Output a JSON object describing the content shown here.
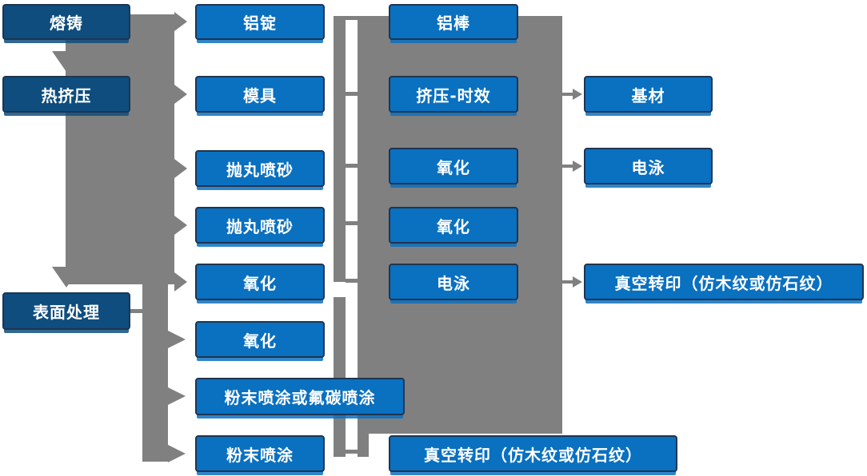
{
  "diagram": {
    "title": "aluminum-profile-production-process-flowchart",
    "colors": {
      "bright_box": "#0a70c0",
      "dark_box": "#0e4d7e",
      "box_border": "#1f3550",
      "connector": "#808080",
      "text": "#ffffff",
      "background": "#ffffff"
    },
    "nodes": [
      {
        "id": "melting-casting",
        "label": "熔铸"
      },
      {
        "id": "hot-extrusion",
        "label": "热挤压"
      },
      {
        "id": "surface-treatment",
        "label": "表面处理"
      },
      {
        "id": "aluminum-ingot",
        "label": "铝锭"
      },
      {
        "id": "mold",
        "label": "模具"
      },
      {
        "id": "shot-blast-sandblast-1",
        "label": "抛丸喷砂"
      },
      {
        "id": "shot-blast-sandblast-2",
        "label": "抛丸喷砂"
      },
      {
        "id": "oxidation-1",
        "label": "氧化"
      },
      {
        "id": "oxidation-2",
        "label": "氧化"
      },
      {
        "id": "powder-or-fluorocarbon-coating",
        "label": "粉末喷涂或氟碳喷涂"
      },
      {
        "id": "powder-coating",
        "label": "粉末喷涂"
      },
      {
        "id": "aluminum-rod",
        "label": "铝棒"
      },
      {
        "id": "extrusion-aging",
        "label": "挤压-时效"
      },
      {
        "id": "oxidation-3",
        "label": "氧化"
      },
      {
        "id": "oxidation-4",
        "label": "氧化"
      },
      {
        "id": "electrophoresis-1",
        "label": "电泳"
      },
      {
        "id": "vacuum-transfer-print-1",
        "label": "真空转印（仿木纹或仿石纹）"
      },
      {
        "id": "substrate",
        "label": "基材"
      },
      {
        "id": "electrophoresis-2",
        "label": "电泳"
      },
      {
        "id": "vacuum-transfer-print-2",
        "label": "真空转印（仿木纹或仿石纹）"
      }
    ]
  }
}
